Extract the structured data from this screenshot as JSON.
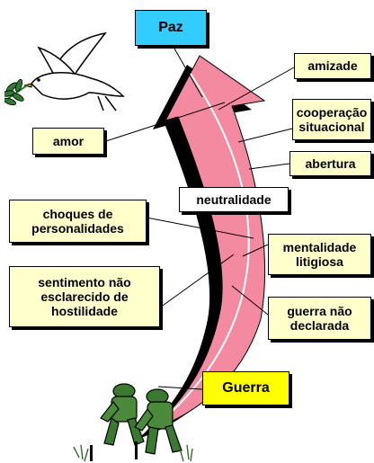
{
  "labels": {
    "paz": "Paz",
    "guerra": "Guerra",
    "neutralidade": "neutralidade",
    "amizade": "amizade",
    "cooperacao": "cooperação\nsituacional",
    "abertura": "abertura",
    "amor": "amor",
    "choques": "choques de\npersonalidades",
    "mentalidade": "mentalidade\nlitigiosa",
    "sentimento": "sentimento não\nesclarecido de\nhostilidade",
    "guerra_nao_declarada": "guerra não\ndeclarada"
  },
  "colors": {
    "arrow_fill": "#f48a9f",
    "arrow_shadow": "#000000",
    "paz_box": "#33ccff",
    "guerra_box": "#ffff00",
    "label_box": "#ffffcc",
    "dove": "#ffffff",
    "olive": "#2e7d32",
    "soldiers": "#3a7a30"
  },
  "icons": [
    "dove-icon",
    "soldiers-icon"
  ]
}
